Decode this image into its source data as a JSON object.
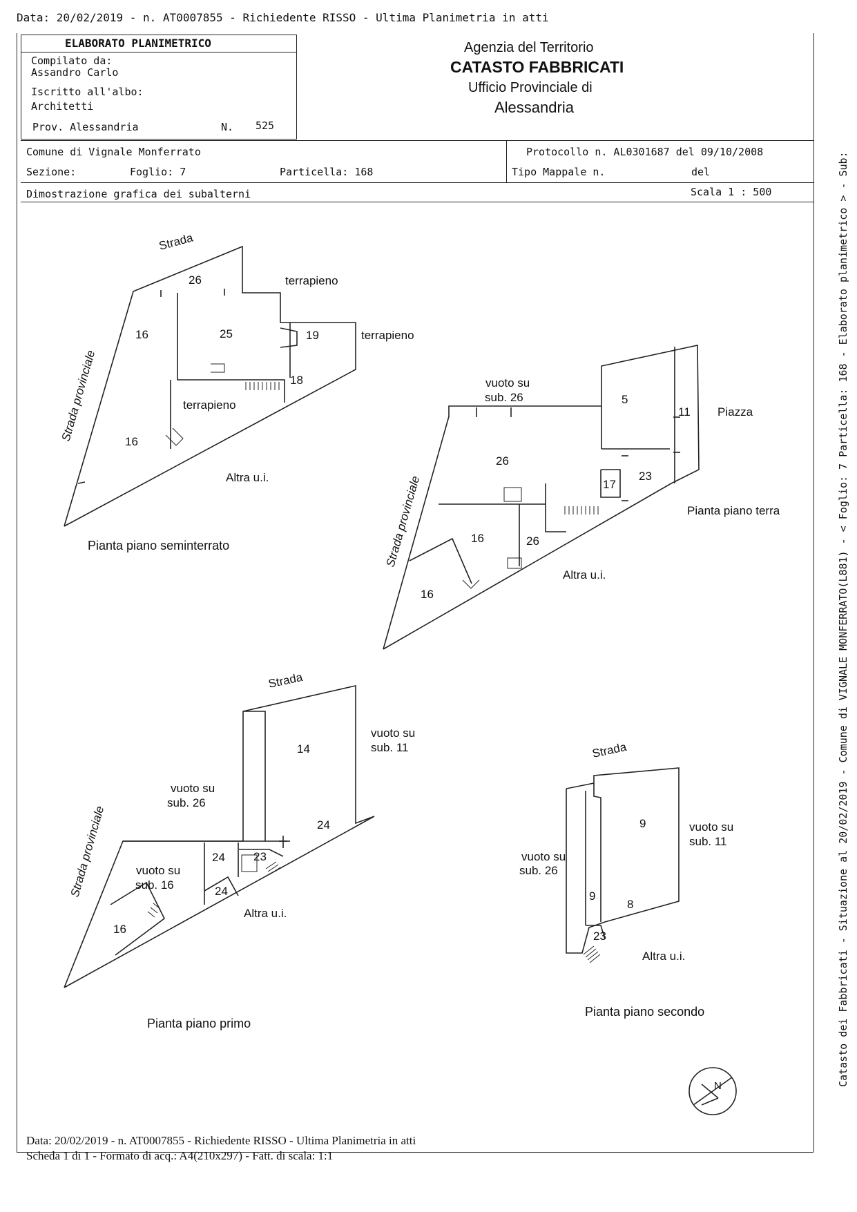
{
  "top_header": "Data: 20/02/2019 -  n. AT0007855 - Richiedente RISSO - Ultima Planimetria in atti",
  "elaborato": {
    "title": "ELABORATO PLANIMETRICO",
    "compilato_label": "Compilato da:",
    "compilato_name": "Assandro Carlo",
    "iscritto_label": "Iscritto all'albo:",
    "albo": "Architetti",
    "prov": "Prov. Alessandria",
    "n_label": "N.",
    "n_value": "525"
  },
  "agency": {
    "line1": "Agenzia del Territorio",
    "line2": "CATASTO FABBRICATI",
    "line3": "Ufficio Provinciale di",
    "line4": "Alessandria"
  },
  "info": {
    "comune": "Comune di Vignale Monferrato",
    "sezione": "Sezione:",
    "foglio": "Foglio: 7",
    "particella": "Particella: 168",
    "protocollo": "Protocollo n. AL0301687 del 09/10/2008",
    "tipo_mappale": "Tipo Mappale n.",
    "del": "del",
    "dimostrazione": "Dimostrazione grafica dei subalterni",
    "scala": "Scala 1 : 500"
  },
  "side_text": "Catasto dei Fabbricati - Situazione al 20/02/2019 - Comune di VIGNALE MONFERRATO(L881) - < Foglio: 7 Particella: 168 - Elaborato planimetrico > - Sub:",
  "plans": {
    "seminterrato": {
      "caption": "Pianta piano seminterrato",
      "strada": "Strada",
      "strada_prov": "Strada provinciale",
      "terrapieno": "terrapieno",
      "altra": "Altra u.i.",
      "subs": [
        "26",
        "25",
        "19",
        "18",
        "16",
        "16"
      ]
    },
    "terra": {
      "caption": "Pianta piano terra",
      "strada_prov": "Strada provinciale",
      "vuoto1": "vuoto su",
      "vuoto2": "sub. 26",
      "piazza": "Piazza",
      "altra": "Altra u.i.",
      "subs": [
        "5",
        "11",
        "26",
        "23",
        "17",
        "16",
        "26",
        "16"
      ]
    },
    "primo": {
      "caption": "Pianta piano primo",
      "strada": "Strada",
      "strada_prov": "Strada provinciale",
      "v11a": "vuoto su",
      "v11b": "sub. 11",
      "v26a": "vuoto su",
      "v26b": "sub. 26",
      "v16a": "vuoto su",
      "v16b": "sub. 16",
      "altra": "Altra u.i.",
      "subs": [
        "14",
        "24",
        "24",
        "23",
        "24",
        "16"
      ]
    },
    "secondo": {
      "caption": "Pianta piano secondo",
      "strada": "Strada",
      "v11a": "vuoto su",
      "v11b": "sub. 11",
      "v26a": "vuoto su",
      "v26b": "sub. 26",
      "altra": "Altra u.i.",
      "subs": [
        "9",
        "9",
        "8",
        "23"
      ]
    }
  },
  "north": "N",
  "footer": {
    "line1": "Data: 20/02/2019 - n. AT0007855 - Richiedente RISSO - Ultima Planimetria in atti",
    "line2": "Scheda 1 di 1 - Formato di acq.: A4(210x297) - Fatt. di scala: 1:1"
  }
}
